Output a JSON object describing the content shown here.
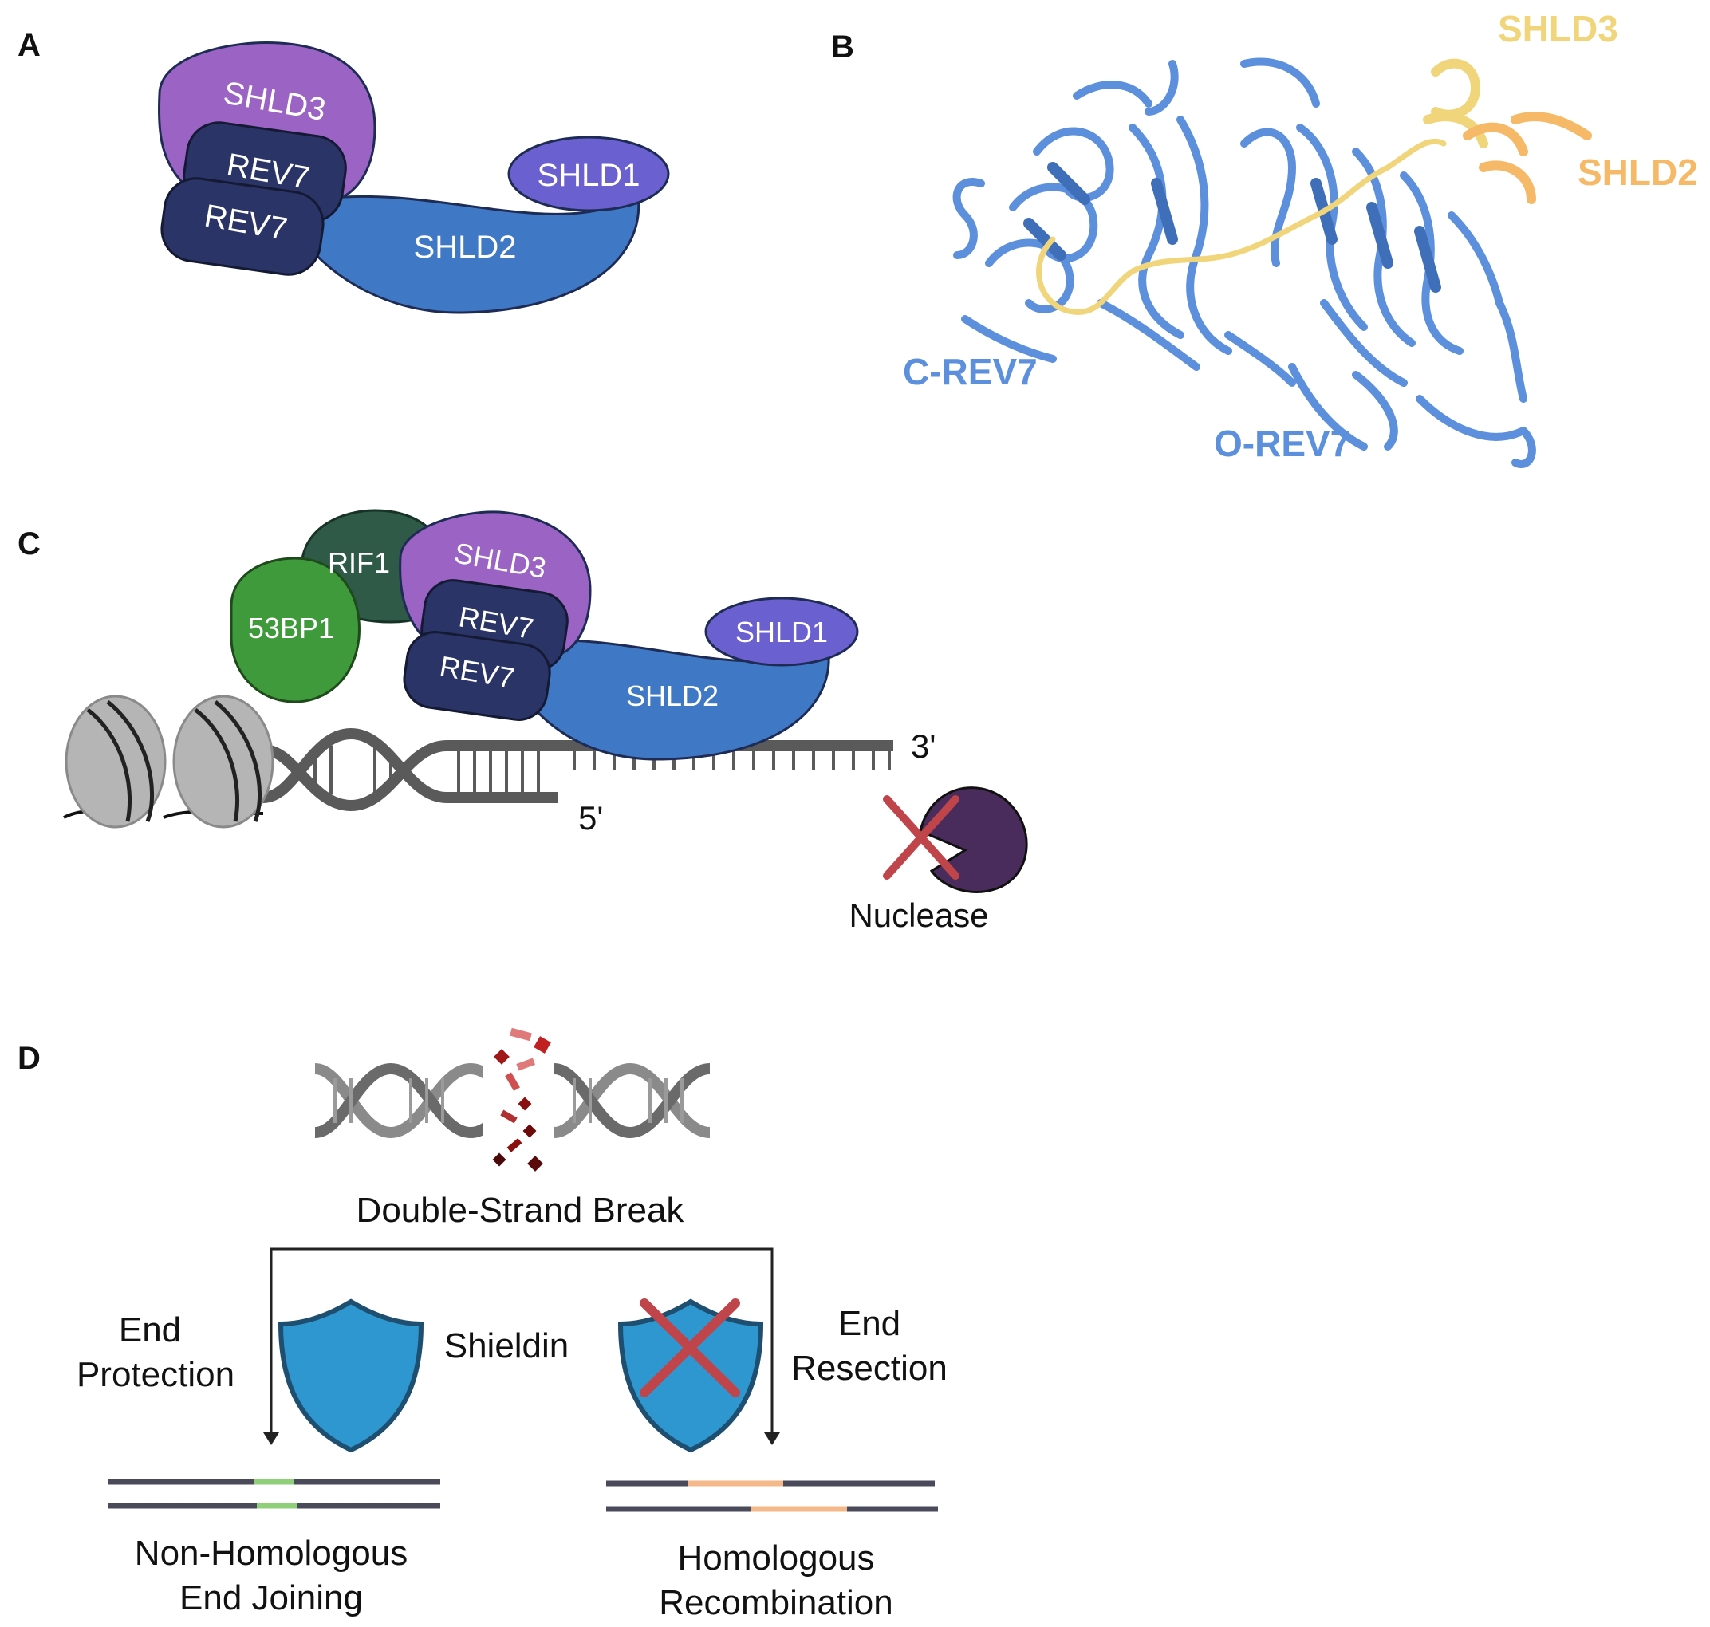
{
  "panels": {
    "a": "A",
    "b": "B",
    "c": "C",
    "d": "D"
  },
  "panel_a": {
    "shld3": "SHLD3",
    "rev7_top": "REV7",
    "rev7_bottom": "REV7",
    "shld1": "SHLD1",
    "shld2": "SHLD2"
  },
  "panel_b": {
    "shld3": "SHLD3",
    "shld2": "SHLD2",
    "c_rev7": "C-REV7",
    "o_rev7": "O-REV7"
  },
  "panel_c": {
    "rif1": "RIF1",
    "shld3": "SHLD3",
    "bp53": "53BP1",
    "rev7_top": "REV7",
    "rev7_bottom": "REV7",
    "shld1": "SHLD1",
    "shld2": "SHLD2",
    "end3": "3'",
    "end5": "5'",
    "nuclease": "Nuclease"
  },
  "panel_d": {
    "dsb": "Double-Strand Break",
    "end_protection_1": "End",
    "end_protection_2": "Protection",
    "shieldin": "Shieldin",
    "end_resection_1": "End",
    "end_resection_2": "Resection",
    "nhej_1": "Non-Homologous",
    "nhej_2": "End Joining",
    "hr_1": "Homologous",
    "hr_2": "Recombination"
  },
  "colors": {
    "shld3": "#9b63c4",
    "rev7": "#2a3466",
    "shld1": "#6a60cf",
    "shld2": "#3f78c4",
    "rif1": "#2f5a48",
    "bp53": "#3e9a3a",
    "nuclease": "#4a2c5c",
    "cross": "#c0454a",
    "shield": "#2e97cf",
    "rev7_struct": "#5c8fdc",
    "shld3_struct": "#f1d57a",
    "shld2_struct": "#f6b968",
    "nhej": "#8fcf7a",
    "hr": "#f4b88a"
  }
}
